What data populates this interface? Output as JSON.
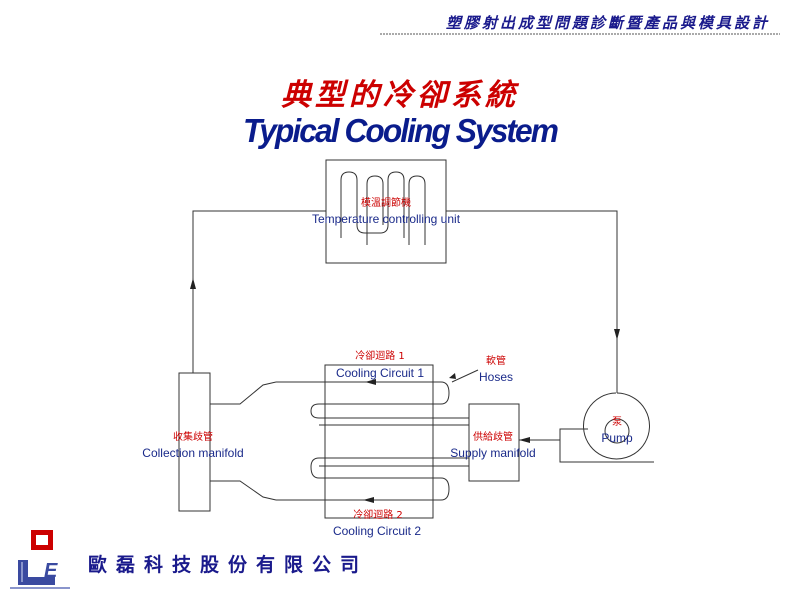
{
  "header": {
    "text": "塑膠射出成型問題診斷暨產品與模具設計"
  },
  "title": {
    "chinese": "典型的冷卻系統",
    "english": "Typical Cooling System"
  },
  "labels": {
    "temp_unit_zh": "模溫調節機",
    "temp_unit_en": "Temperature   controlling unit",
    "circuit1_zh": "冷卻迴路 1",
    "circuit1_en": "Cooling  Circuit 1",
    "hoses_zh": "軟管",
    "hoses_en": "Hoses",
    "collection_zh": "收集歧管",
    "collection_en": "Collection manifold",
    "supply_zh": "供給歧管",
    "supply_en": "Supply manifold",
    "pump_zh": "泵",
    "pump_en": "Pump",
    "circuit2_zh": "冷卻迴路 2",
    "circuit2_en": "Cooling Circuit 2"
  },
  "company": {
    "name": "歐磊科技股份有限公司"
  },
  "colors": {
    "red_text": "#cc0000",
    "blue_text": "#1a2a8a",
    "line": "#333333",
    "logo_red": "#cc0000",
    "logo_blue": "#3a4aa0"
  }
}
